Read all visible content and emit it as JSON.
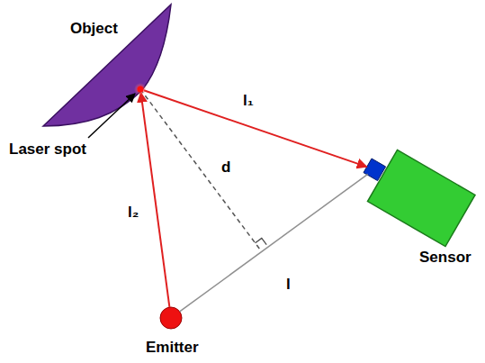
{
  "diagram": {
    "nodes": [
      {
        "text": [
          "Object"
        ]
      },
      {
        "text": [
          "Sensor"
        ]
      },
      {
        "text": [
          "Emitter"
        ]
      }
    ],
    "edges": [
      {
        "from": 0,
        "to": 1,
        "arrow": "to",
        "label": "l₁"
      },
      {
        "from": 2,
        "to": 0,
        "arrow": "to",
        "label": "l₂"
      },
      {
        "from": 2,
        "to": 1,
        "arrow": "none",
        "label": "l"
      }
    ],
    "labels": [
      "Laser spot",
      "d"
    ]
  }
}
